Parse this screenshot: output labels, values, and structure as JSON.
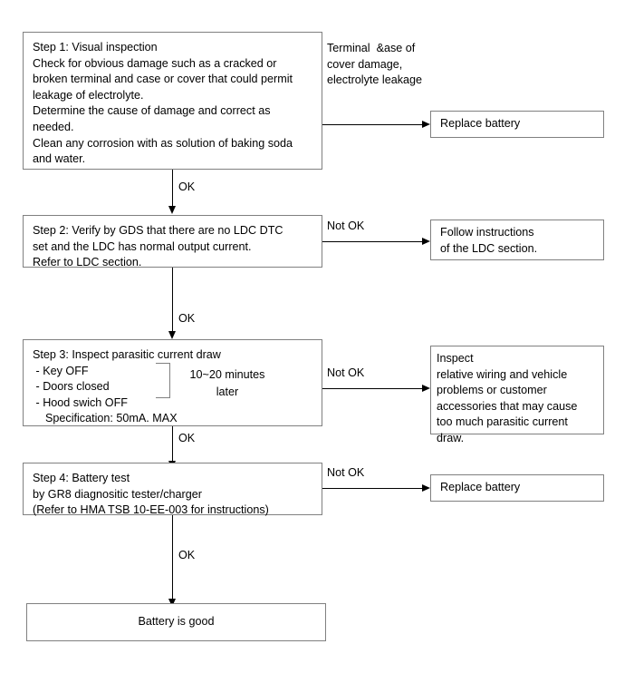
{
  "diagram": {
    "title": "Battery Diagnostic Flowchart",
    "line_color": "#000000",
    "box_border_color": "#808080",
    "background": "#ffffff"
  },
  "nodes": {
    "step1": {
      "text": "Step 1: Visual inspection\nCheck for obvious damage such as a cracked or\nbroken terminal and case or cover that could permit\nleakage of electrolyte.\nDetermine the cause of damage and correct as\nneeded.\nClean any corrosion with as solution of baking soda\nand water."
    },
    "step2": {
      "text": "Step 2: Verify by GDS that there are no LDC DTC\nset and the LDC has normal output current.\nRefer to LDC section."
    },
    "step3": {
      "text": "Step 3: Inspect parasitic current draw\n - Key OFF\n - Doors closed\n - Hood swich OFF\n    Specification: 50mA. MAX",
      "side_note": "10~20 minutes\nlater"
    },
    "step4": {
      "text": "Step 4: Battery test\nby GR8 diagnositic tester/charger\n(Refer to HMA TSB 10-EE-003 for instructions)"
    },
    "replace_battery_1": {
      "text": "Replace battery"
    },
    "follow_ldc": {
      "text": "Follow instructions\nof the LDC section."
    },
    "inspect_wiring": {
      "text": "Inspect\nrelative wiring and vehicle\nproblems or customer\naccessories that may cause\ntoo much parasitic current draw."
    },
    "replace_battery_2": {
      "text": "Replace battery"
    },
    "battery_good": {
      "text": "Battery is good"
    }
  },
  "edge_labels": {
    "step1_fail": "Terminal  &ase of\ncover damage,\nelectrolyte leakage",
    "step1_ok": "OK",
    "step2_ok": "OK",
    "step2_not_ok": "Not OK",
    "step3_ok": "OK",
    "step3_not_ok": "Not OK",
    "step4_ok": "OK",
    "step4_not_ok": "Not OK"
  }
}
